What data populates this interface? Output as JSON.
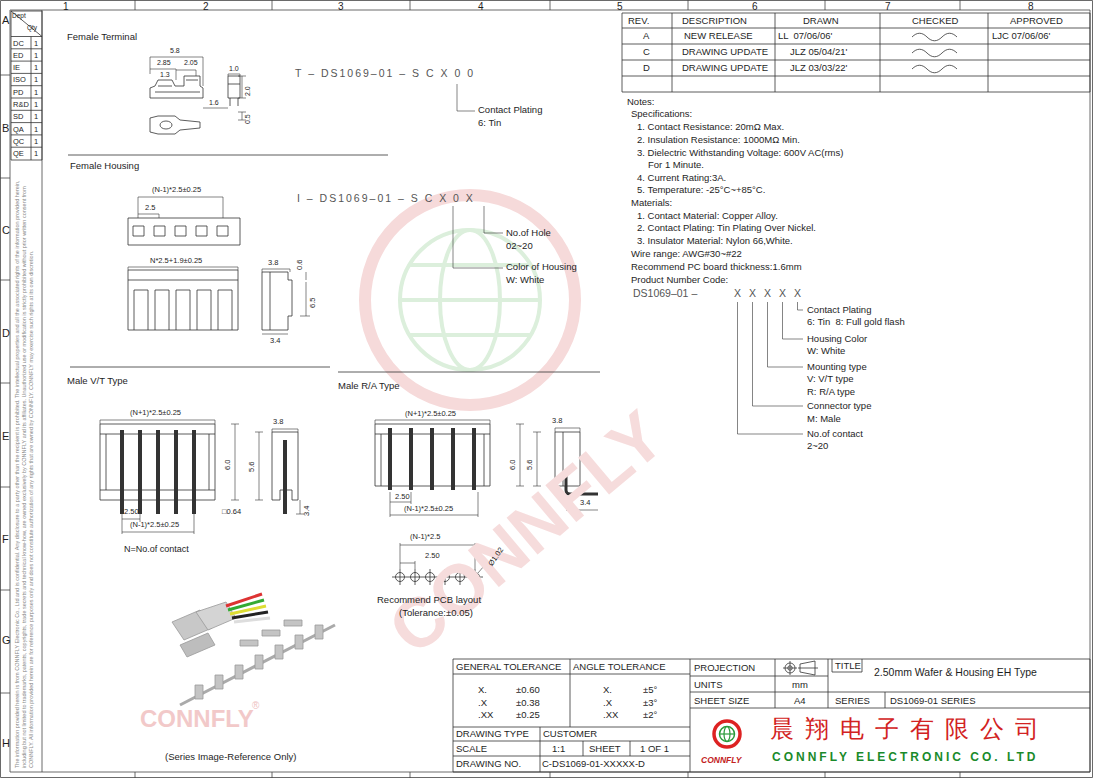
{
  "diagram": {
    "title": "2.50mm Wafer & Housing EH Type",
    "labels": [
      "1",
      "2",
      "3",
      "4",
      "5",
      "6",
      "7",
      "8",
      "A",
      "B",
      "C",
      "D",
      "E",
      "F",
      "G",
      "H",
      "Dept",
      "Qty",
      "DC",
      "1",
      "ED",
      "1",
      "IE",
      "1",
      "ISO",
      "1",
      "PD",
      "1",
      "R&D",
      "1",
      "SD",
      "1",
      "QA",
      "1",
      "QC",
      "1",
      "QE",
      "1",
      "The information provided herein is from CONNFLY Electronic Co., Ltd and is confidential. Any disclosure to a party other than the recipient is prohibited. The intellectual properties and all the associated rights of the information provided herein, including but not limited to trademarks, patents, copyrights, trade secrets and technical know-how, are owned exclusively by CONNFLY and its affiliates. Unauthorized use or modification is strictly prohibited without prior written consent from CONNFLY. All information provided herein are for reference purposes only and does not constitute authorization of any rights that are owned by CONNFLY. CONNFLY may exercise such rights at its own discretion.",
      "Female Terminal",
      "5.8",
      "2.85",
      "2.05",
      "1.3",
      "1.0",
      "2.0",
      "1.6",
      "0.5",
      "T – DS1069–01 – S C X 0 0",
      "Contact Plating",
      "6: Tin",
      "Female Housing",
      "(N-1)*2.5±0.25",
      "2.5",
      "N*2.5+1.9±0.25",
      "3.8",
      "0.6",
      "6.5",
      "3.4",
      "I – DS1069–01 – S C X 0 X",
      "No.of Hole",
      "02~20",
      "Color of Housing",
      "W: White",
      "Male V/T Type",
      "(N+1)*2.5±0.25",
      "6.0",
      "5.6",
      "3.8",
      "3.4",
      "2.50",
      "(N-1)*2.5±0.25",
      "□0.64",
      "N=No.of contact",
      "Male R/A Type",
      "(N+1)*2.5±0.25",
      "3.8",
      "6.0",
      "5.6",
      "2.50",
      "(N-1)*2.5±0.25",
      "3.4",
      "(N-1)*2.5",
      "2.50",
      "Ø1.02",
      "Recommend PCB layout",
      "(Tolerance:±0.05)",
      "CONNFLY",
      "CONNFLY",
      "®",
      "(Series Image-Reference Only)",
      "REV.",
      "DESCRIPTION",
      "DRAWN",
      "CHECKED",
      "APPROVED",
      "A",
      "NEW RELEASE",
      "LL  07/06/06'",
      "LJC 07/06/06'",
      "C",
      "DRAWING UPDATE",
      "JLZ 05/04/21'",
      "D",
      "DRAWING UPDATE",
      "JLZ 03/03/22'",
      "Notes:",
      "Specifications:",
      "1. Contact Resistance: 20mΩ Max.",
      "2. Insulation Resistance: 1000MΩ Min.",
      "3. Dielectric Withstanding Voltage: 600V AC(rms)",
      "For 1 Minute.",
      "4. Current Rating:3A.",
      "5. Temperature: -25°C~+85°C.",
      "Materials:",
      "1. Contact Material: Copper Alloy.",
      "2. Contact Plating: Tin Plating Over Nickel.",
      "3. Insulator Material: Nylon 66,White.",
      "Wire range: AWG#30~#22",
      "Recommend PC board thickness:1.6mm",
      "Product Number Code:",
      "DS1069–01 –",
      "X",
      "X",
      "X",
      "X",
      "X",
      "Contact Plating",
      "6: Tin  8: Full gold flash",
      "Housing Color",
      "W: White",
      "Mounting type",
      "V: V/T type",
      "R: R/A type",
      "Connector type",
      "M: Male",
      "No.of contact",
      "2~20",
      "GENERAL TOLERANCE",
      "ANGLE TOLERANCE",
      "X.",
      "±0.60",
      ".X",
      "±0.38",
      ".XX",
      "±0.25",
      "X.",
      "±5°",
      ".X",
      "±3°",
      ".XX",
      "±2°",
      "DRAWING TYPE",
      "CUSTOMER",
      "SCALE",
      "1:1",
      "SHEET",
      "1 OF 1",
      "DRAWING NO.",
      "C-DS1069-01-XXXXX-D",
      "PROJECTION",
      "UNITS",
      "mm",
      "SHEET SIZE",
      "A4",
      "TITLE",
      "SERIES",
      "DS1069-01 SERIES",
      "晨翔电子有限公司",
      "CONNFLY ELECTRONIC CO. LTD",
      "CONNFLY"
    ]
  }
}
